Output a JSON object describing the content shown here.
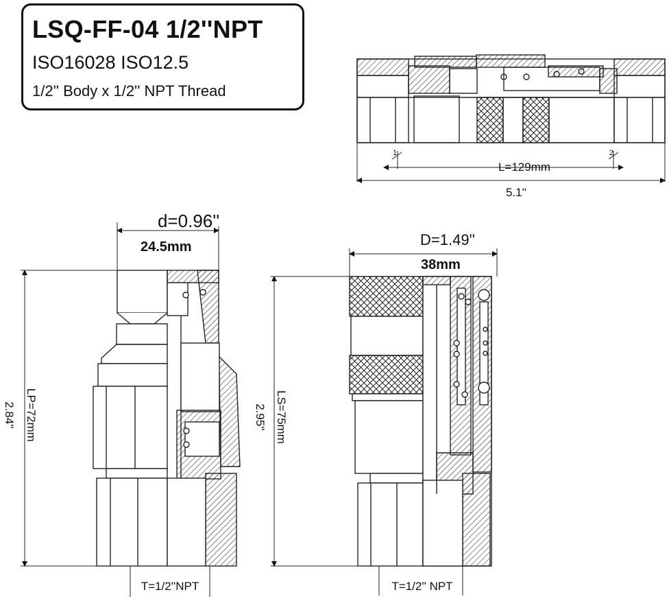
{
  "title": "LSQ-FF-04 1/2''NPT",
  "standards": "ISO16028 ISO12.5",
  "description": "1/2'' Body x 1/2'' NPT Thread",
  "assembly": {
    "length": "L=129mm",
    "length_in": "5.1''",
    "marker_1": "1",
    "marker_2": "2"
  },
  "plug": {
    "diameter_in": "d=0.96''",
    "diameter_mm": "24.5mm",
    "length": "LP=72mm",
    "length_in": "2.84''",
    "thread": "T=1/2''NPT"
  },
  "socket": {
    "diameter_in": "D=1.49''",
    "diameter_mm": "38mm",
    "length": "LS=75mm",
    "length_in": "2.95''",
    "thread": "T=1/2'' NPT"
  }
}
